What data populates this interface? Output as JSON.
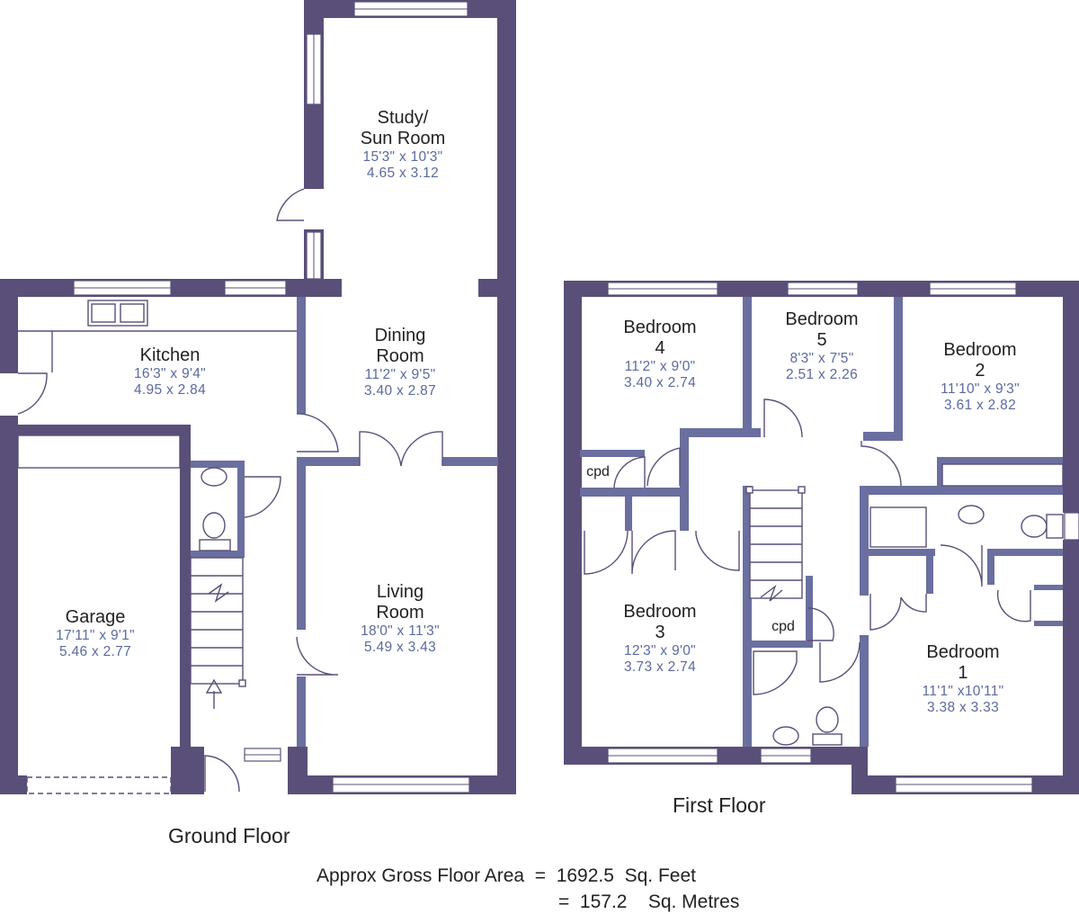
{
  "floors": {
    "ground": {
      "title": "Ground Floor"
    },
    "first": {
      "title": "First Floor"
    }
  },
  "rooms": {
    "study": {
      "name_line1": "Study/",
      "name_line2": "Sun Room",
      "imperial": "15'3\"  x 10'3\"",
      "metric": "4.65  x  3.12"
    },
    "kitchen": {
      "name_line1": "Kitchen",
      "imperial": "16'3\"  x  9'4\"",
      "metric": "4.95  x  2.84"
    },
    "dining": {
      "name_line1": "Dining",
      "name_line2": "Room",
      "imperial": "11'2\"  x  9'5\"",
      "metric": "3.40  x  2.87"
    },
    "garage": {
      "name_line1": "Garage",
      "imperial": "17'11\"  x  9'1\"",
      "metric": "5.46  x  2.77"
    },
    "living": {
      "name_line1": "Living",
      "name_line2": "Room",
      "imperial": "18'0\"  x 11'3\"",
      "metric": "5.49  x  3.43"
    },
    "bedroom4": {
      "name_line1": "Bedroom",
      "name_line2": "4",
      "imperial": "11'2\"  x  9'0\"",
      "metric": "3.40  x  2.74"
    },
    "bedroom5": {
      "name_line1": "Bedroom",
      "name_line2": "5",
      "imperial": "8'3\"  x  7'5\"",
      "metric": "2.51  x  2.26"
    },
    "bedroom2": {
      "name_line1": "Bedroom",
      "name_line2": "2",
      "imperial": "11'10\"  x  9'3\"",
      "metric": "3.61  x  2.82"
    },
    "bedroom3": {
      "name_line1": "Bedroom",
      "name_line2": "3",
      "imperial": "12'3\"  x  9'0\"",
      "metric": "3.73  x  2.74"
    },
    "bedroom1": {
      "name_line1": "Bedroom",
      "name_line2": "1",
      "imperial": "11'1\"  x10'11\"",
      "metric": "3.38  x  3.33"
    }
  },
  "cupboards": {
    "cpd_landing": "cpd",
    "cpd_lower": "cpd"
  },
  "area": {
    "line1": "Approx Gross Floor Area  =  1692.5  Sq. Feet",
    "line2": "=  157.2    Sq. Metres"
  },
  "colors": {
    "wall": "#5a4f78",
    "dimension_text": "#5b6aa0"
  }
}
